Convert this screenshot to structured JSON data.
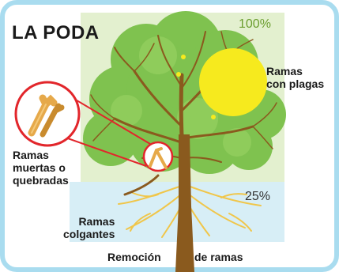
{
  "title": "LA PODA",
  "canopy_percent": "100%",
  "root_percent": "25%",
  "labels": {
    "pests": [
      "Ramas",
      "con plagas"
    ],
    "dead": [
      "Ramas",
      "muertas o",
      "quebradas"
    ],
    "hanging": [
      "Ramas",
      "colgantes"
    ],
    "removal_left": "Remoción",
    "removal_right": "de ramas"
  },
  "colors": {
    "frame": "#a9dcef",
    "canopy_zone": "#e3f0cf",
    "root_zone": "#d7eef6",
    "foliage": "#7fc24f",
    "trunk": "#8a5a1e",
    "pest_sun": "#f6ea1e",
    "callout": "#e2262b"
  }
}
